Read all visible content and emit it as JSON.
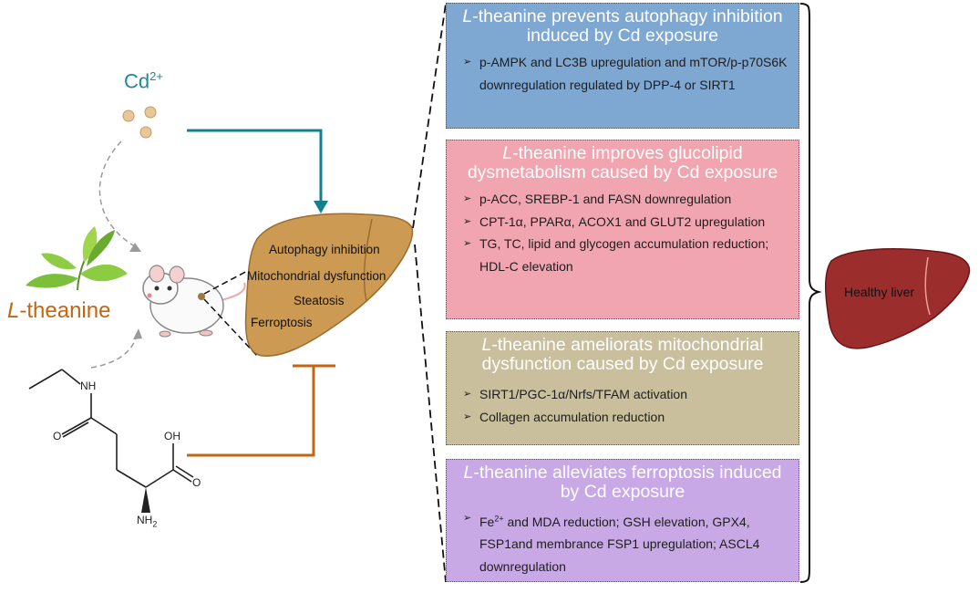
{
  "left": {
    "cd_label": "Cd",
    "cd_sup": "2+",
    "theanine_prefix": "L",
    "theanine_suffix": "-theanine",
    "molecule": {
      "nh": "NH",
      "oh": "OH",
      "o1": "O",
      "o2": "O",
      "nh2": "NH",
      "nh2_sub": "2"
    }
  },
  "liver_labels": [
    "Autophagy inhibition",
    "Mitochondrial dysfunction",
    "Steatosis",
    "Ferroptosis"
  ],
  "boxes": [
    {
      "title_italic": "L",
      "title_rest": "-theanine prevents autophagy inhibition induced by Cd exposure",
      "bullets": [
        "p-AMPK and LC3B upregulation and mTOR/p-p70S6K downregulation regulated by DPP-4 or SIRT1"
      ]
    },
    {
      "title_italic": "L",
      "title_rest": "-theanine improves glucolipid dysmetabolism caused by Cd exposure",
      "bullets": [
        "p-ACC, SREBP-1 and FASN downregulation",
        "CPT-1α, PPARα, ACOX1 and GLUT2 upregulation",
        "TG, TC, lipid and glycogen accumulation reduction; HDL-C elevation"
      ]
    },
    {
      "title_italic": "L",
      "title_rest": "-theanine ameliorats mitochondrial dysfunction caused by Cd exposure",
      "bullets": [
        "SIRT1/PGC-1α/Nrfs/TFAM activation",
        "Collagen accumulation reduction"
      ]
    },
    {
      "title_italic": "L",
      "title_rest": "-theanine alleviates ferroptosis induced by Cd exposure",
      "bullets_fe": {
        "pre": "Fe",
        "sup": "2+",
        "post": " and MDA reduction; GSH elevation, GPX4, FSP1and membrance FSP1 upregulation; ASCL4 downregulation"
      }
    }
  ],
  "healthy_liver_label": "Healthy liver",
  "bullet_glyph": "➢",
  "colors": {
    "box1": "#7ea7d2",
    "box2": "#f0a5b0",
    "box3": "#c9bf9c",
    "box4": "#c8a9e6",
    "cd_teal": "#1f8a99",
    "theanine_orange": "#c6650f",
    "arrow_teal": "#167f8f",
    "inhibit_orange": "#c6650f"
  }
}
